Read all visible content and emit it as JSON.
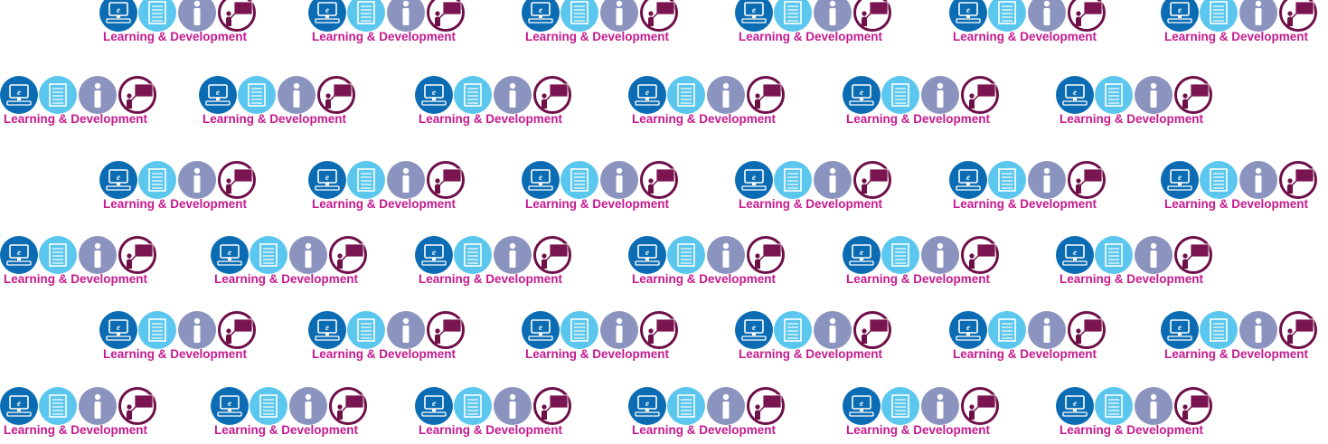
{
  "logo": {
    "label": "Learning & Development",
    "icons": [
      "e-learning-computer-icon",
      "document-icon",
      "information-icon",
      "presentation-board-icon"
    ]
  },
  "colors": {
    "computer_circle": "#0b6cb3",
    "document_circle": "#5bc7ee",
    "info_circle": "#8b93bf",
    "presenter_ring": "#6e0f48",
    "presenter_board": "#7a1551",
    "label_text": "#c51a8e",
    "background": "#ffffff"
  },
  "rows": [
    {
      "count": 6
    },
    {
      "count": 6
    },
    {
      "count": 6
    },
    {
      "count": 6
    },
    {
      "count": 6
    },
    {
      "count": 6
    }
  ]
}
